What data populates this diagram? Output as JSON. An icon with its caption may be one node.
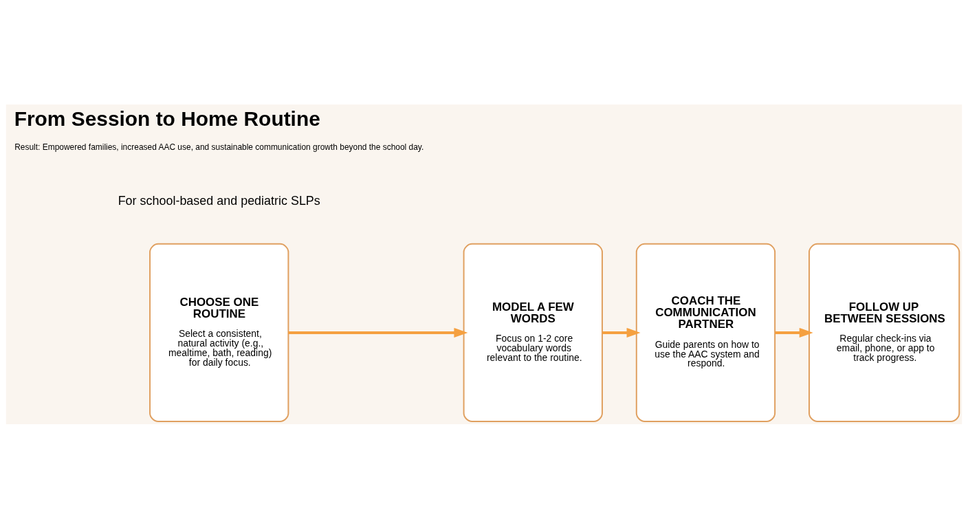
{
  "diagram": {
    "title": "From Session to Home Routine",
    "nodes": [
      {
        "text": [
          "CHOOSE ONE ROUTINE",
          "Select a consistent, natural activity (e.g., mealtime, bath, reading) for daily focus."
        ]
      },
      {
        "text": [
          "MODEL A FEW WORDS",
          "Focus on 1-2 core vocabulary words relevant to the routine."
        ]
      },
      {
        "text": [
          "COACH THE COMMUNICATION PARTNER",
          "Guide parents on how to use the AAC system and respond."
        ]
      },
      {
        "text": [
          "FOLLOW UP BETWEEN SESSIONS",
          "Regular check-ins via email, phone, or app to track progress."
        ]
      }
    ],
    "edges": [
      {
        "from": 0,
        "to": 1,
        "arrow": "to"
      },
      {
        "from": 1,
        "to": 2,
        "arrow": "to"
      },
      {
        "from": 2,
        "to": 3,
        "arrow": "to"
      }
    ],
    "labels": [
      "For school-based and pediatric SLPs",
      "Result: Empowered families, increased AAC use, and sustainable communication growth beyond the school day."
    ]
  }
}
